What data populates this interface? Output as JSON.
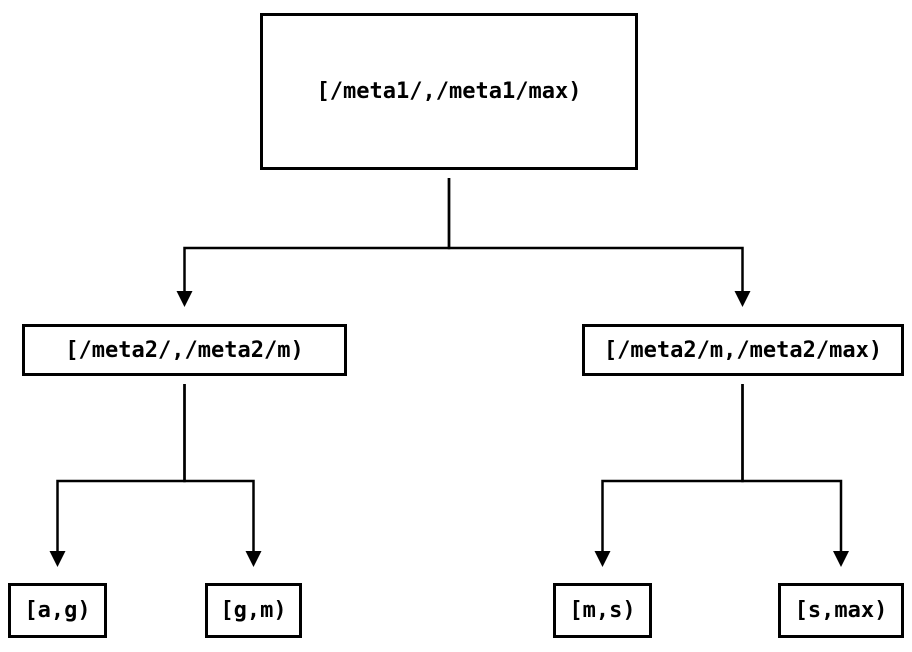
{
  "diagram": {
    "type": "binary-interval-partition-tree",
    "background_color": "#ffffff",
    "line_color": "#000000",
    "arrowhead": "filled-triangle-down",
    "nodes": {
      "root": {
        "label": "[/meta1/,/meta1/max)"
      },
      "left": {
        "label": "[/meta2/,/meta2/m)"
      },
      "right": {
        "label": "[/meta2/m,/meta2/max)"
      },
      "leaf_ag": {
        "label": "[a,g)"
      },
      "leaf_gm": {
        "label": "[g,m)"
      },
      "leaf_ms": {
        "label": "[m,s)"
      },
      "leaf_smax": {
        "label": "[s,max)"
      }
    },
    "edges": [
      {
        "from": "root",
        "to": "left"
      },
      {
        "from": "root",
        "to": "right"
      },
      {
        "from": "left",
        "to": "leaf_ag"
      },
      {
        "from": "left",
        "to": "leaf_gm"
      },
      {
        "from": "right",
        "to": "leaf_ms"
      },
      {
        "from": "right",
        "to": "leaf_smax"
      }
    ]
  }
}
